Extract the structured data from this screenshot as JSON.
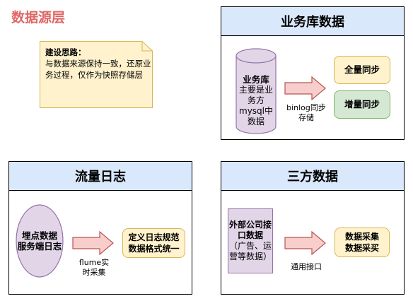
{
  "page": {
    "title": "数据源层"
  },
  "note": {
    "heading": "建设思路：",
    "body": "与数据来源保持一致，还原业务过程，仅作为快照存储层"
  },
  "business": {
    "title": "业务库数据",
    "db_title": "业务库",
    "db_desc": "主要是业务方mysql中数据",
    "arrow_label_1": "binlog同步",
    "arrow_label_2": "存储",
    "full_sync": "全量同步",
    "incr_sync": "增量同步"
  },
  "traffic": {
    "title": "流量日志",
    "source_line1": "埋点数据",
    "source_line2": "服务端日志",
    "arrow_label_1": "flume实",
    "arrow_label_2": "时采集",
    "target_line1": "定义日志规范",
    "target_line2": "数据格式统一"
  },
  "third": {
    "title": "三方数据",
    "source_line1": "外部公司接",
    "source_line2": "口数据",
    "source_line3": "（广告、运",
    "source_line4": "营等数据）",
    "arrow_label": "通用接口",
    "target_line1": "数据采集",
    "target_line2": "数据采买"
  },
  "colors": {
    "title_red": "#e06666",
    "header_blue": "#dae8fc",
    "yellow_fill": "#fff2cc",
    "green_fill": "#d5e8d4",
    "purple_fill": "#e1d5e7",
    "arrow_fill": "#f8cecc"
  }
}
